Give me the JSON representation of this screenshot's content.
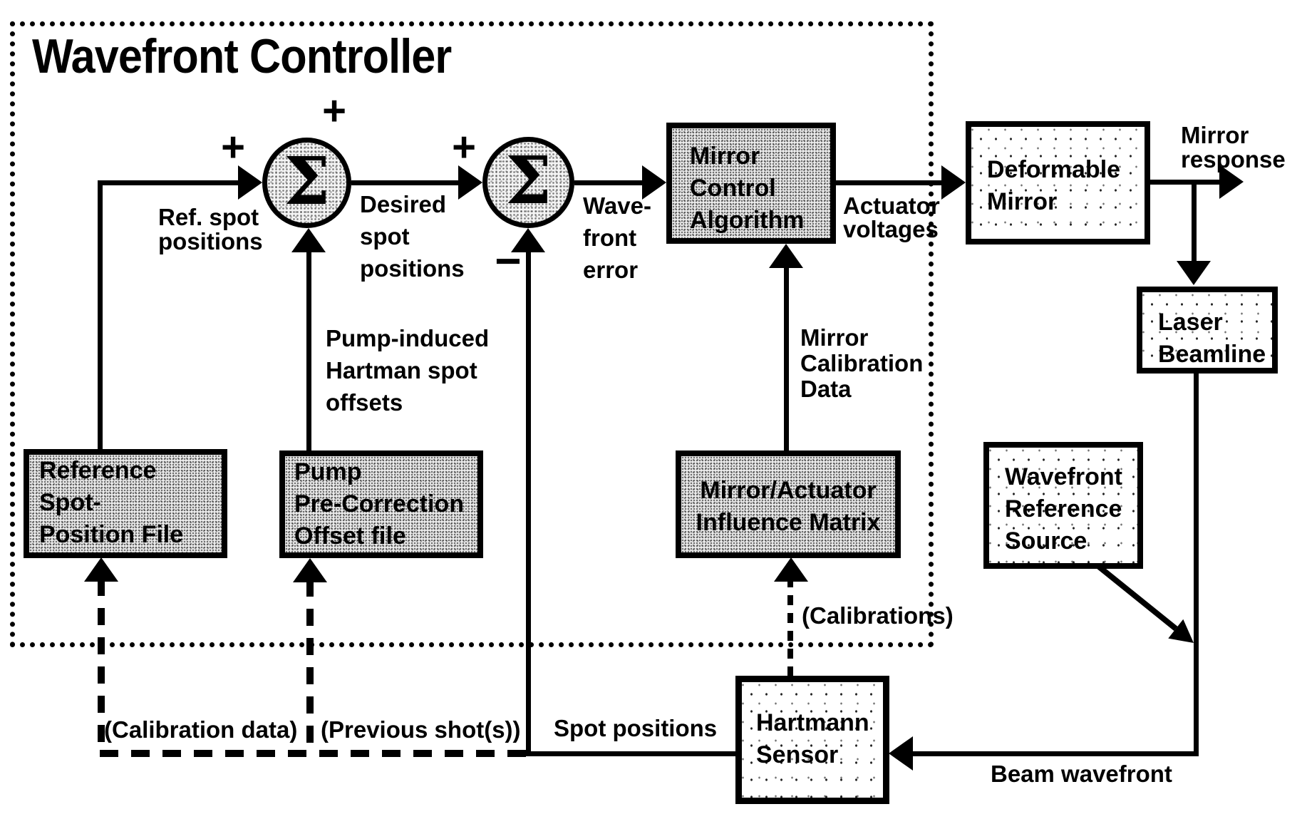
{
  "title": "Wavefront Controller",
  "boxes": {
    "reference_spot_position_file": {
      "lines": [
        "Reference",
        "Spot-",
        "Position File"
      ]
    },
    "pump_pre_correction_offset_file": {
      "lines": [
        "Pump",
        "Pre-Correction",
        "Offset file"
      ]
    },
    "mirror_control_algorithm": {
      "lines": [
        "Mirror",
        "Control",
        "Algorithm"
      ]
    },
    "mirror_actuator_influence_matrix": {
      "lines": [
        "Mirror/Actuator",
        "Influence Matrix"
      ]
    },
    "deformable_mirror": {
      "lines": [
        "Deformable",
        "Mirror"
      ]
    },
    "laser_beamline": {
      "lines": [
        "Laser",
        "Beamline"
      ]
    },
    "wavefront_reference_source": {
      "lines": [
        "Wavefront",
        "Reference",
        "Source"
      ]
    },
    "hartmann_sensor": {
      "lines": [
        "Hartmann",
        "Sensor"
      ]
    }
  },
  "summing": {
    "symbol": "Σ",
    "sum1_left_sign": "+",
    "sum1_top_sign": "+",
    "sum2_left_sign": "+",
    "sum2_bottom_sign": "−"
  },
  "labels": {
    "ref_spot_positions": [
      "Ref. spot",
      "positions"
    ],
    "desired_spot_positions": [
      "Desired",
      "spot",
      "positions"
    ],
    "pump_induced_offsets": [
      "Pump-induced",
      "Hartman spot",
      "offsets"
    ],
    "wavefront_error": [
      "Wave-",
      "front",
      "error"
    ],
    "actuator_voltages": [
      "Actuator",
      "voltages"
    ],
    "mirror_calibration_data": [
      "Mirror",
      "Calibration",
      "Data"
    ],
    "mirror_response": [
      "Mirror",
      "response"
    ],
    "calibrations": "(Calibrations)",
    "calibration_data": "(Calibration data)",
    "previous_shots": "(Previous shot(s))",
    "spot_positions": "Spot positions",
    "beam_wavefront": "Beam wavefront"
  },
  "colors": {
    "ink": "#000000",
    "background": "#ffffff"
  }
}
